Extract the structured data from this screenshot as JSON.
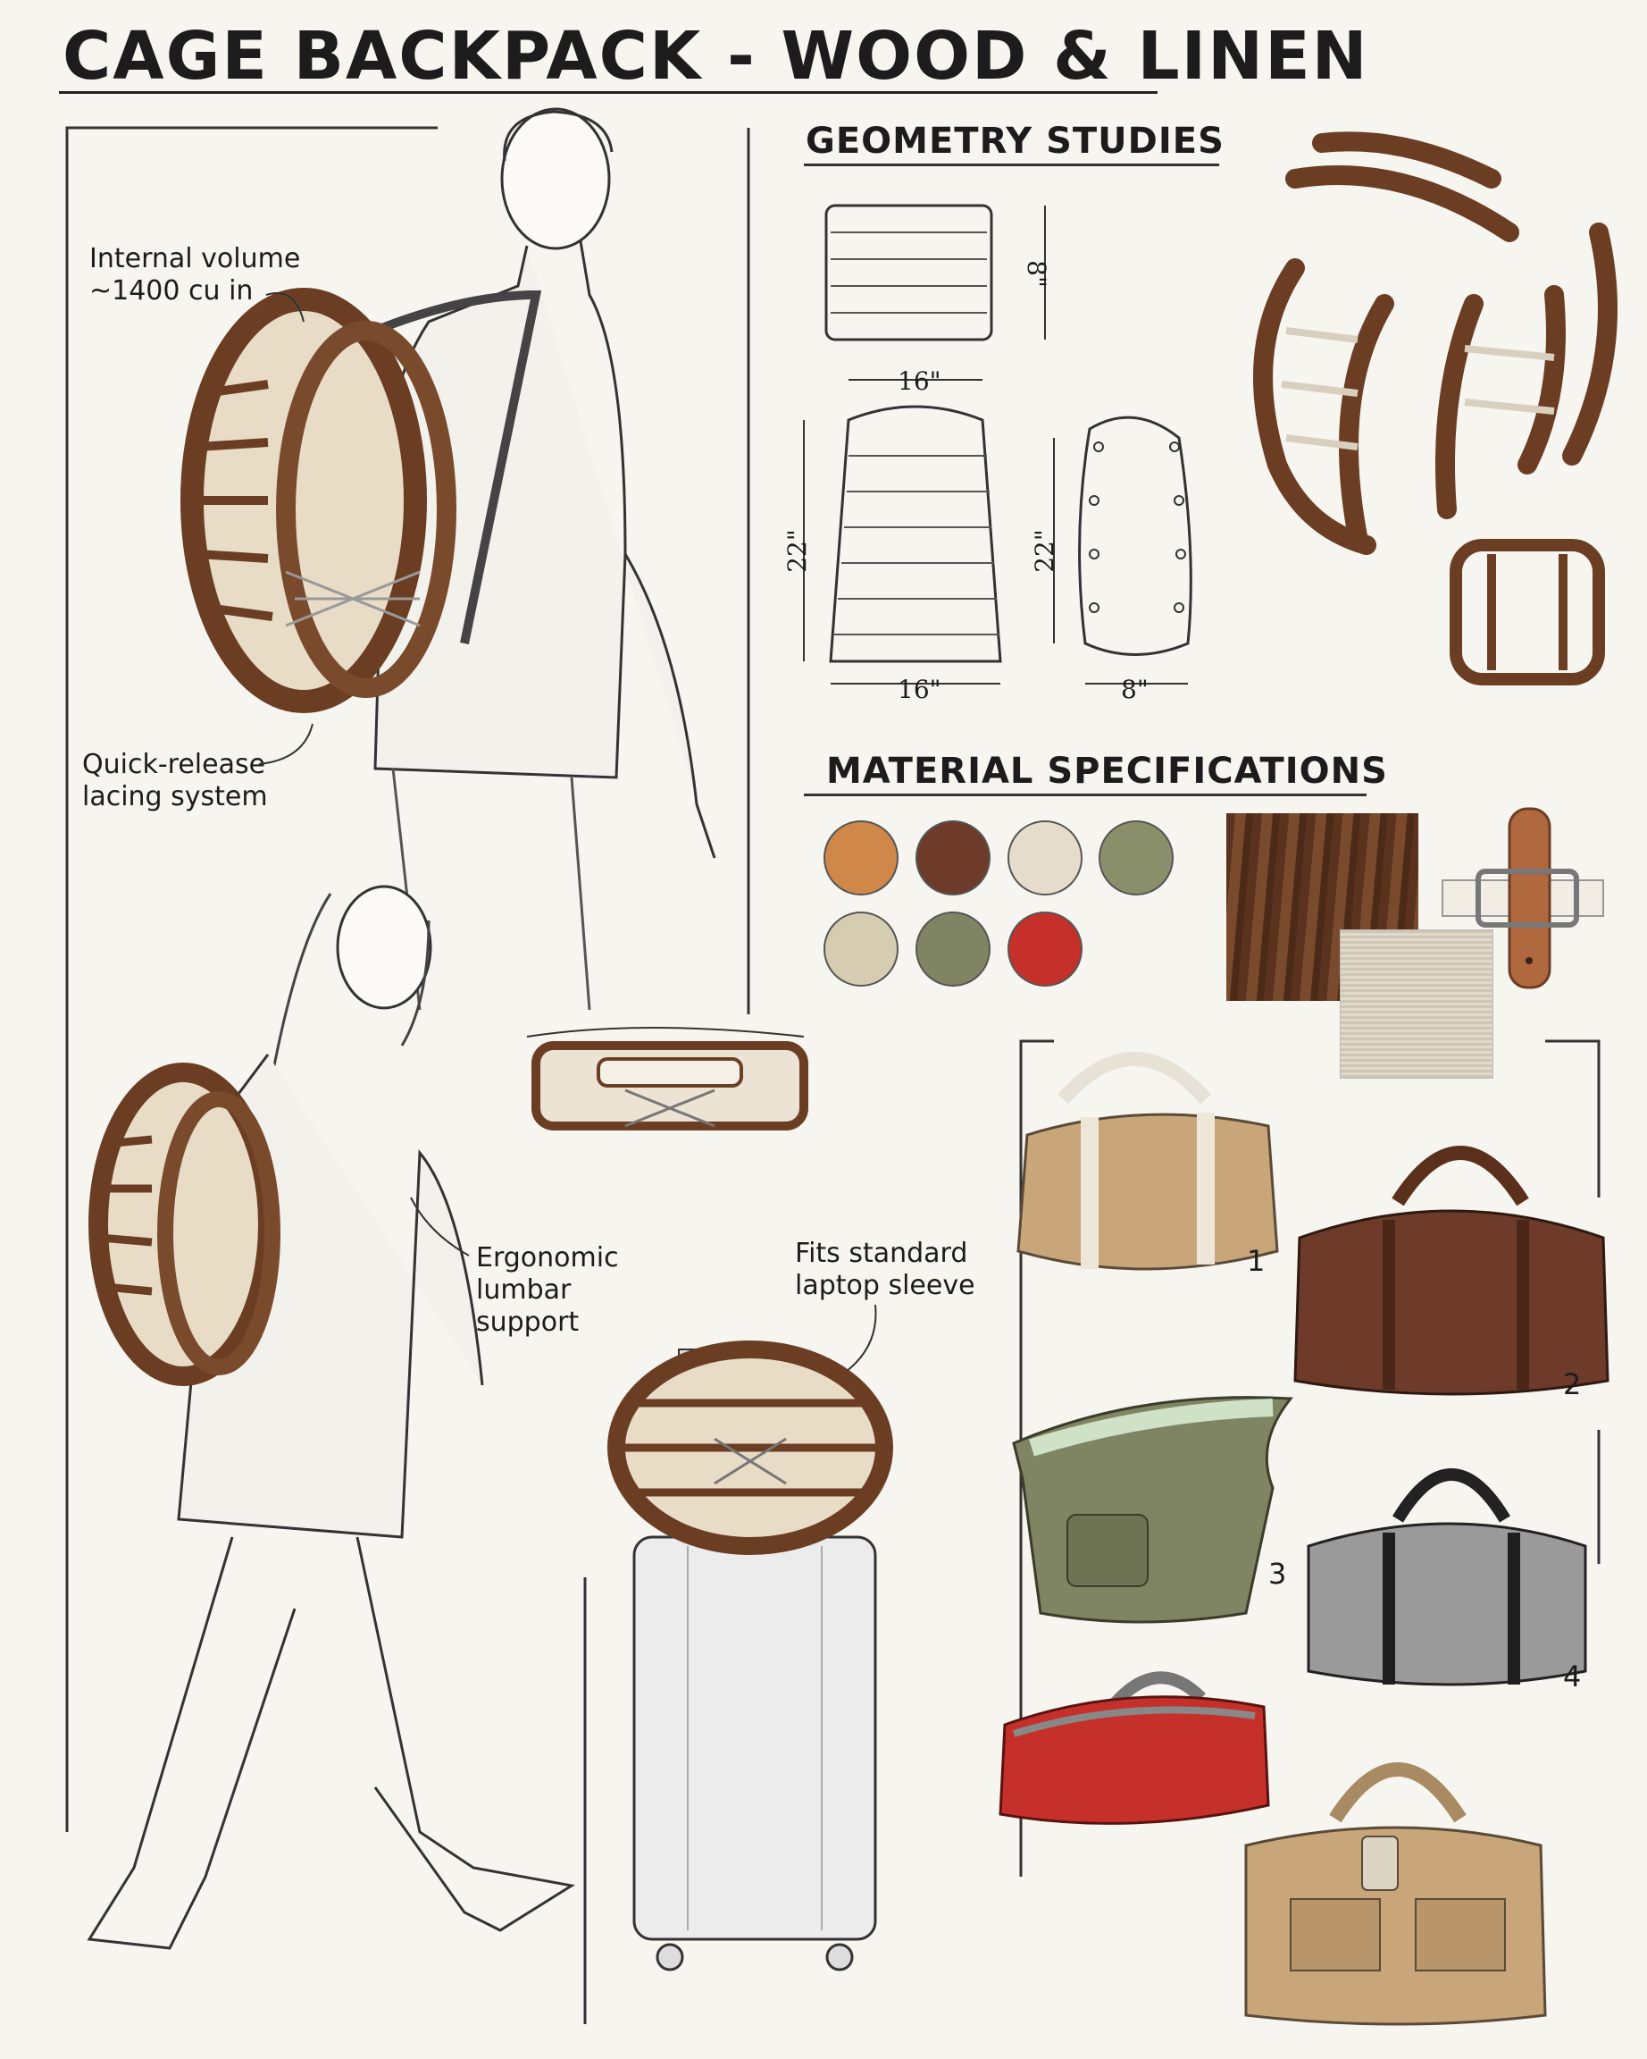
{
  "title": "CAGE BACKPACK - WOOD & LINEN",
  "sections": {
    "geometry": "GEOMETRY STUDIES",
    "materials": "MATERIAL SPECIFICATIONS"
  },
  "annotations": {
    "volume_line1": "Internal volume",
    "volume_line2": "~1400 cu in",
    "lacing_line1": "Quick-release",
    "lacing_line2": "lacing system",
    "lumbar_line1": "Ergonomic",
    "lumbar_line2": "lumbar",
    "lumbar_line3": "support",
    "laptop_line1": "Fits standard",
    "laptop_line2": "laptop sleeve"
  },
  "dimensions": {
    "top_depth": "8\"",
    "front_width_top": "16\"",
    "front_height": "22\"",
    "front_width_bottom": "16\"",
    "side_height": "22\"",
    "side_depth": "8\""
  },
  "swatch_colors": [
    "#cf874a",
    "#6e3a2a",
    "#e6dccb",
    "#8a8f6b",
    "#d6ccb2",
    "#7f8562",
    "#c6302a"
  ],
  "material_colors": {
    "wood": "#6b3e24",
    "linen": "#d8cfbf",
    "leather_strap": "#b0683f"
  },
  "bag_labels": [
    "1",
    "2",
    "3",
    "4"
  ]
}
